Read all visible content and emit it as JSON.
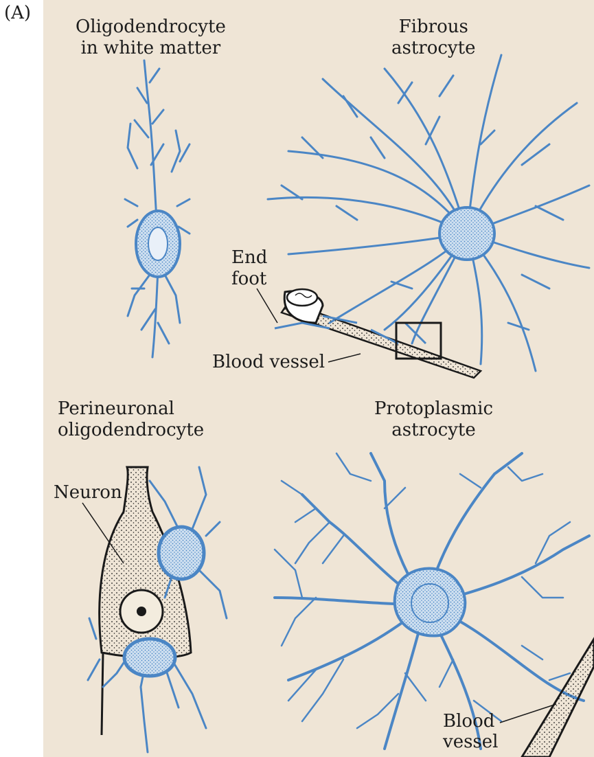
{
  "panel_letter": "(A)",
  "colors": {
    "background": "#efe5d6",
    "glia": "#4b86c5",
    "outline": "#1a1a1a"
  },
  "cells": {
    "oligo_white": {
      "line1": "Oligodendrocyte",
      "line2": "in white matter"
    },
    "fibrous": {
      "line1": "Fibrous",
      "line2": "astrocyte"
    },
    "perineuronal": {
      "line1": "Perineuronal",
      "line2": "oligodendrocyte"
    },
    "protoplasmic": {
      "line1": "Protoplasmic",
      "line2": "astrocyte"
    }
  },
  "callouts": {
    "end_foot": {
      "line1": "End",
      "line2": "foot"
    },
    "blood_vessel_top": "Blood vessel",
    "neuron": "Neuron",
    "blood_vessel_bottom": {
      "line1": "Blood",
      "line2": "vessel"
    }
  }
}
